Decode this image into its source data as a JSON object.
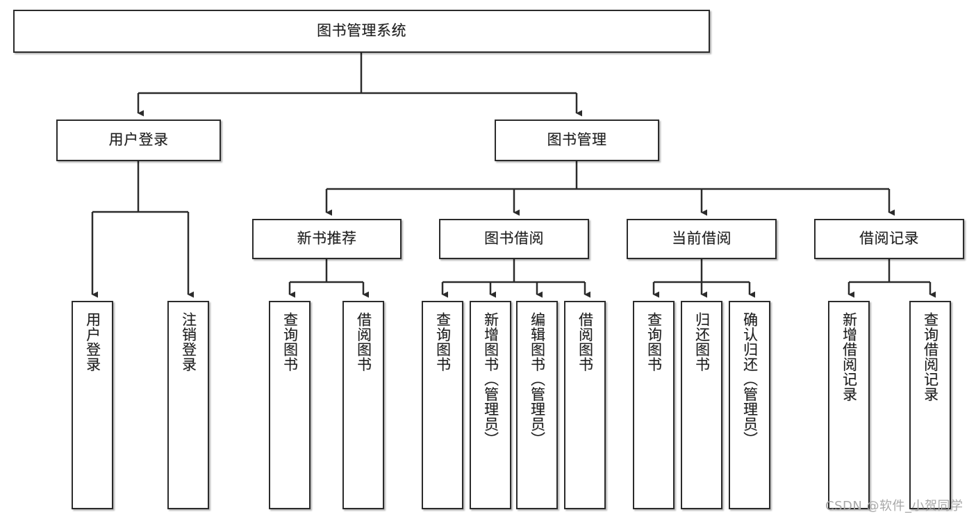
{
  "diagram": {
    "title": "图书管理系统",
    "type": "tree-hierarchy-flowchart",
    "watermark": "CSDN @软件_小贺同学",
    "colors": {
      "box_border": "#2b2b2b",
      "box_fill": "#ffffff",
      "line": "#2b2b2b",
      "text": "#1d1d1d",
      "watermark": "#a8a8a8",
      "background": "#ffffff"
    },
    "nodes": {
      "root": {
        "label": "图书管理系统",
        "orientation": "horizontal"
      },
      "level2": [
        {
          "id": "user-login",
          "label": "用户登录",
          "orientation": "horizontal"
        },
        {
          "id": "book-management",
          "label": "图书管理",
          "orientation": "horizontal"
        }
      ],
      "level3": [
        {
          "id": "new-book-recommend",
          "label": "新书推荐",
          "orientation": "horizontal"
        },
        {
          "id": "book-borrow",
          "label": "图书借阅",
          "orientation": "horizontal"
        },
        {
          "id": "current-borrow",
          "label": "当前借阅",
          "orientation": "horizontal"
        },
        {
          "id": "borrow-record",
          "label": "借阅记录",
          "orientation": "horizontal"
        }
      ],
      "leaves": {
        "user_login": [
          {
            "id": "leaf-user-login",
            "label": "用户登录",
            "orientation": "vertical"
          },
          {
            "id": "leaf-logout-login",
            "label": "注销登录",
            "orientation": "vertical"
          }
        ],
        "new_book_recommend": [
          {
            "id": "leaf-query-book-1",
            "label": "查询图书",
            "orientation": "vertical"
          },
          {
            "id": "leaf-borrow-book-1",
            "label": "借阅图书",
            "orientation": "vertical"
          }
        ],
        "book_borrow": [
          {
            "id": "leaf-query-book-2",
            "label": "查询图书",
            "orientation": "vertical"
          },
          {
            "id": "leaf-add-book",
            "label": "新增图书（管理员）",
            "orientation": "vertical"
          },
          {
            "id": "leaf-edit-book",
            "label": "编辑图书（管理员）",
            "orientation": "vertical"
          },
          {
            "id": "leaf-borrow-book-2",
            "label": "借阅图书",
            "orientation": "vertical"
          }
        ],
        "current_borrow": [
          {
            "id": "leaf-query-book-3",
            "label": "查询图书",
            "orientation": "vertical"
          },
          {
            "id": "leaf-return-book",
            "label": "归还图书",
            "orientation": "vertical"
          },
          {
            "id": "leaf-confirm-return",
            "label": "确认归还（管理员）",
            "orientation": "vertical"
          }
        ],
        "borrow_record": [
          {
            "id": "leaf-add-record",
            "label": "新增借阅记录",
            "orientation": "vertical"
          },
          {
            "id": "leaf-query-record",
            "label": "查询借阅记录",
            "orientation": "vertical"
          }
        ]
      }
    }
  }
}
